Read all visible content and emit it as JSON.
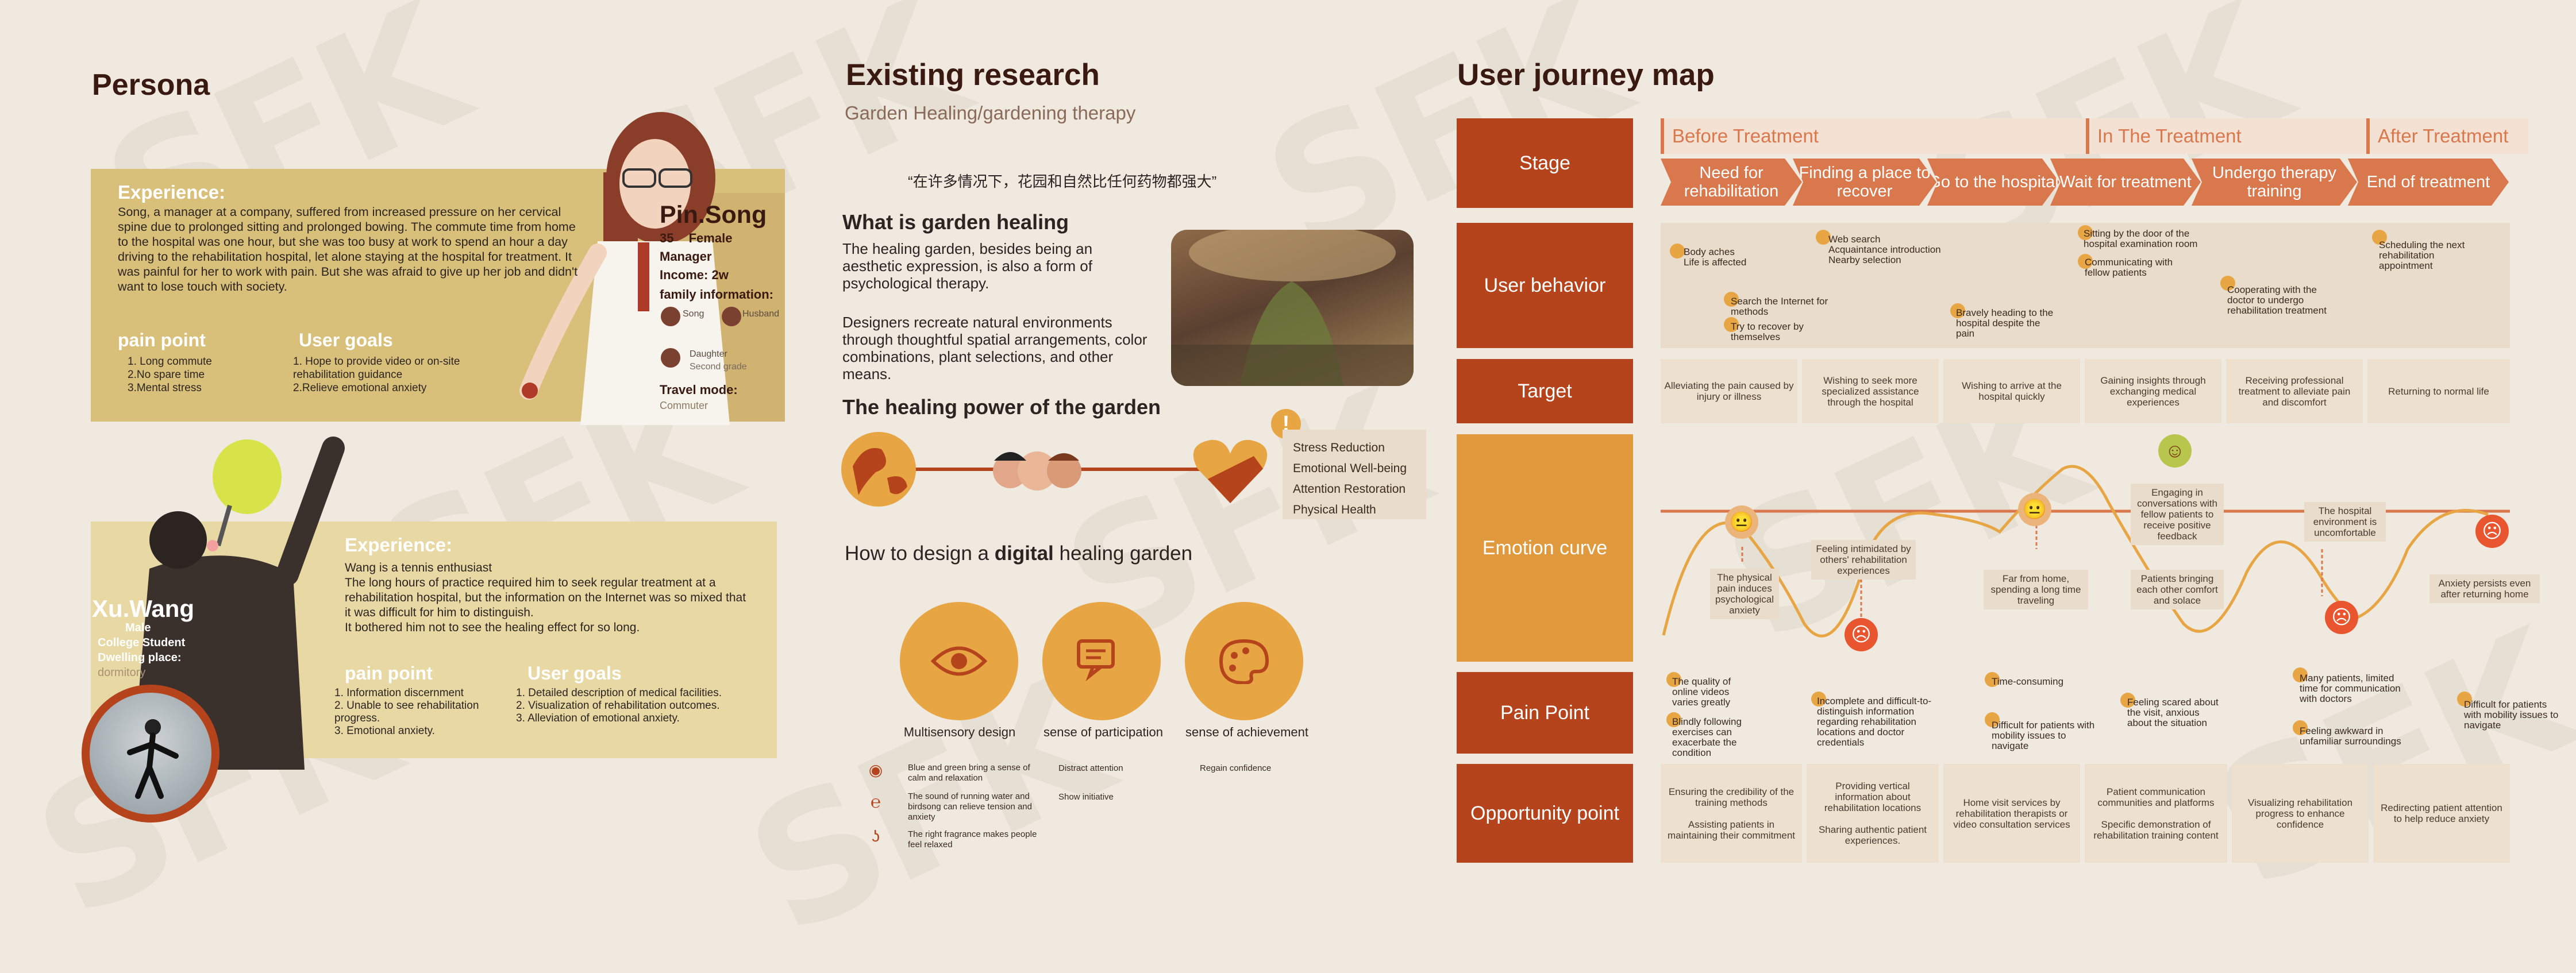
{
  "persona": {
    "title": "Persona",
    "song": {
      "experience_title": "Experience:",
      "experience_text": "Song, a manager at a company, suffered from increased pressure on her cervical spine due to prolonged sitting and prolonged bowing. The commute time from home to the hospital was one hour, but she was too busy at work to spend an hour a day driving to the rehabilitation hospital, let alone staying at the hospital for treatment. It was painful for her to work with pain. But she was afraid to give up her job and didn't want to lose touch with society.",
      "pain_title": "pain point",
      "pain_points": [
        "1. Long commute",
        "2.No spare time",
        "3.Mental stress"
      ],
      "goals_title": "User goals",
      "goals": [
        "1. Hope to provide video or on-site rehabilitation guidance",
        "2.Relieve emotional anxiety"
      ],
      "name": "Pin.Song",
      "age": "35",
      "gender": "Female",
      "role": "Manager",
      "income": "Income: 2w",
      "family_title": "family information:",
      "family": [
        "Song",
        "Husband"
      ],
      "daughter": "Daughter",
      "daughter_grade": "Second grade",
      "travel": "Travel mode:",
      "travel_value": "Commuter"
    },
    "wang": {
      "experience_title": "Experience:",
      "experience_text": "Wang is a tennis enthusiast\nThe long hours of practice required him to seek regular treatment at a rehabilitation hospital, but the information on the Internet was so mixed that it was difficult for him to distinguish.\nIt bothered him not to see the healing effect for so long.",
      "pain_title": "pain point",
      "pain_points": [
        "1. Information discernment",
        "2. Unable to see rehabilitation progress.",
        "3. Emotional anxiety."
      ],
      "goals_title": "User goals",
      "goals": [
        "1. Detailed description of medical facilities.",
        "2. Visualization of rehabilitation outcomes.",
        "3. Alleviation of emotional anxiety."
      ],
      "name": "Xu.Wang",
      "gender": "Male",
      "role": "College Student",
      "dwelling": "Dwelling place:",
      "dwelling_value": "dormitory"
    }
  },
  "research": {
    "title": "Existing research",
    "subtitle": "Garden Healing/gardening therapy",
    "quote": "“在许多情况下，花园和自然比任何药物都强大”",
    "what_title": "What is garden healing",
    "what_p1": "The healing garden, besides being an aesthetic expression, is also a form of psychological therapy.",
    "what_p2": "Designers recreate natural environments through thoughtful spatial arrangements, color combinations, plant selections, and other means.",
    "power_title": "The healing power of the garden",
    "benefits": [
      "Stress Reduction",
      "Emotional Well-being",
      "Attention Restoration",
      "Physical Health"
    ],
    "how_title_pre": "How to design a ",
    "how_title_bold": "digital",
    "how_title_post": " healing garden",
    "circles": [
      "Multisensory design",
      "sense of participation",
      "sense of achievement"
    ],
    "sense_items": [
      "Blue and green bring a sense of calm and relaxation",
      "The sound of running water and birdsong can relieve tension and anxiety",
      "The right fragrance makes people feel relaxed"
    ],
    "participation_items": [
      "Distract attention",
      "Show initiative"
    ],
    "achievement_items": [
      "Regain confidence"
    ]
  },
  "journey": {
    "title": "User journey map",
    "rows": [
      "Stage",
      "User behavior",
      "Target",
      "Emotion curve",
      "Pain Point",
      "Opportunity point"
    ],
    "phases": [
      "Before Treatment",
      "In The Treatment",
      "After Treatment"
    ],
    "stages": [
      "Need for rehabilitation",
      "Finding a place to recover",
      "Go to the hospital",
      "Wait for treatment",
      "Undergo therapy training",
      "End of treatment"
    ],
    "behaviors": [
      "Body aches\nLife is affected",
      "Search the Internet for methods",
      "Try to recover by themselves",
      "Web search\nAcquaintance introduction\nNearby selection",
      "Bravely heading to the hospital despite the pain",
      "Sitting by the door of the hospital examination room",
      "Communicating with fellow patients",
      "Cooperating with the doctor to undergo rehabilitation treatment",
      "Scheduling the next rehabilitation appointment"
    ],
    "targets": [
      "Alleviating the pain caused by injury or illness",
      "Wishing to seek more specialized assistance through the hospital",
      "Wishing to arrive at the hospital quickly",
      "Gaining insights through exchanging medical experiences",
      "Receiving professional treatment to alleviate pain and discomfort",
      "Returning to normal life"
    ],
    "emotions": [
      "The physical pain induces psychological anxiety",
      "Feeling intimidated by others' rehabilitation experiences",
      "Far from home, spending a long time traveling",
      "Engaging in conversations with fellow patients to receive positive feedback",
      "Patients bringing each other comfort and solace",
      "The hospital environment is uncomfortable",
      "Anxiety persists even after returning home"
    ],
    "pains": [
      "The quality of online videos varies greatly",
      "Blindly following exercises can exacerbate the condition",
      "Incomplete and difficult-to-distinguish information regarding rehabilitation locations and doctor credentials",
      "Time-consuming",
      "Difficult for patients with mobility issues to navigate",
      "Feeling scared about the visit, anxious about the situation",
      "Many patients, limited time for communication with doctors",
      "Feeling awkward in unfamiliar surroundings",
      "Difficult for patients with mobility issues to navigate"
    ],
    "opportunities": [
      "Ensuring the credibility of the training methods\n\nAssisting patients in maintaining their commitment",
      "Providing vertical information about rehabilitation locations\n\nSharing authentic patient experiences.",
      "Home visit services by rehabilitation therapists or video consultation services",
      "Patient communication communities and platforms\n\nSpecific demonstration of rehabilitation training content",
      "Visualizing rehabilitation progress to enhance confidence",
      "Redirecting patient attention to help reduce anxiety"
    ],
    "colors": {
      "dark": "#b5441c",
      "orange": "#d9774d",
      "amber": "#e7a543"
    }
  }
}
